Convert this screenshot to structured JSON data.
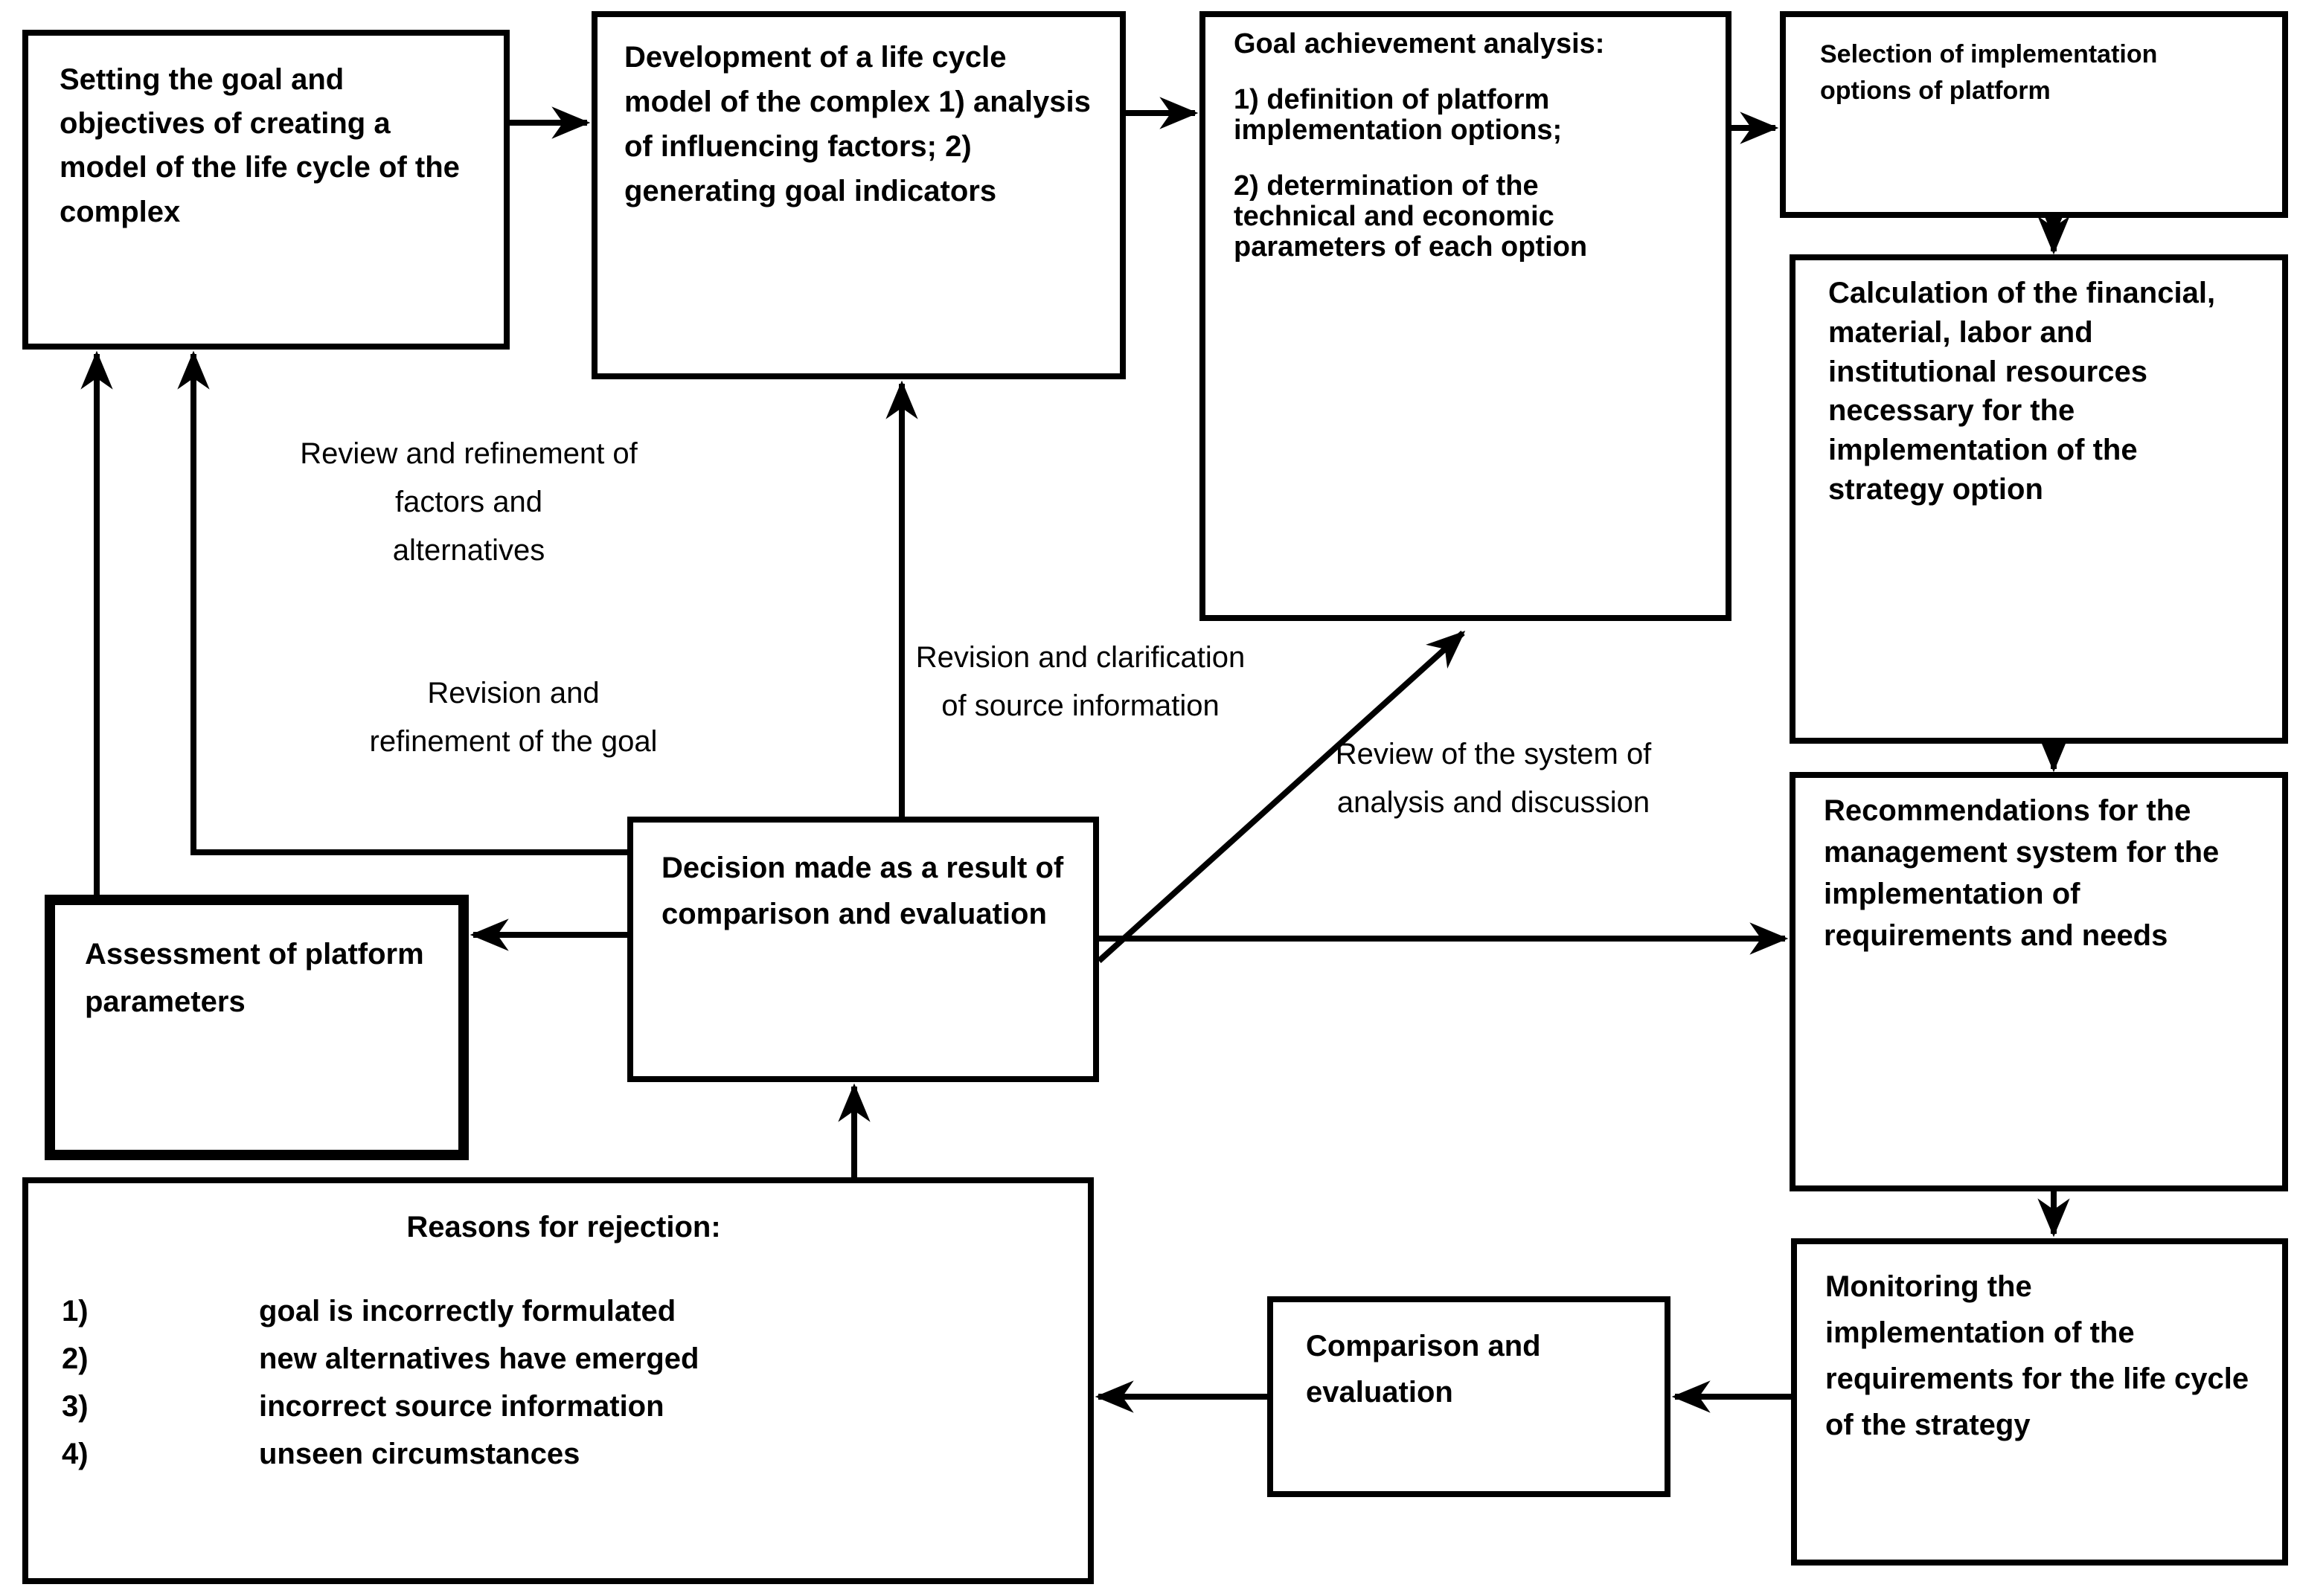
{
  "diagram": {
    "title": "Life cycle model management flowchart",
    "colors": {
      "line": "#000000",
      "background": "#ffffff",
      "text": "#000000"
    },
    "boxes": {
      "goal_setting": {
        "text": "Setting the goal and objectives of creating a model of the life cycle of the complex"
      },
      "development": {
        "text": "Development of a life cycle model of the complex 1) analysis of influencing factors; 2) generating goal indicators"
      },
      "goal_analysis": {
        "title": "Goal achievement analysis:",
        "item1": "1) definition of platform implementation options;",
        "item2": "2) determination of the technical and economic parameters of each option"
      },
      "selection": {
        "text": "Selection of implementation options of platform"
      },
      "calculation": {
        "text": "Calculation of the financial, material, labor and institutional resources necessary for the implementation of the strategy option"
      },
      "recommendations": {
        "text": "Recommendations for the management system for the implementation of requirements and needs"
      },
      "monitoring": {
        "text": "Monitoring the implementation of the requirements for the life cycle of the strategy"
      },
      "comparison": {
        "text": "Comparison and evaluation"
      },
      "reasons": {
        "title": "Reasons for rejection:",
        "items": [
          {
            "num": "1)",
            "text": "goal is incorrectly formulated"
          },
          {
            "num": "2)",
            "text": "new alternatives have emerged"
          },
          {
            "num": "3)",
            "text": "incorrect source information"
          },
          {
            "num": "4)",
            "text": "unseen circumstances"
          }
        ]
      },
      "decision": {
        "text": "Decision made as a result of comparison and evaluation"
      },
      "assessment": {
        "text": "Assessment of platform parameters"
      }
    },
    "edge_labels": {
      "review_factors": {
        "lines": [
          "Review and refinement of",
          "factors and",
          "alternatives"
        ]
      },
      "revision_goal": {
        "lines": [
          "Revision and",
          "refinement of the goal"
        ]
      },
      "revision_source": {
        "lines": [
          "Revision and clarification",
          "of source information"
        ]
      },
      "review_system": {
        "lines": [
          "Review of the system of",
          "analysis and discussion"
        ]
      }
    }
  }
}
